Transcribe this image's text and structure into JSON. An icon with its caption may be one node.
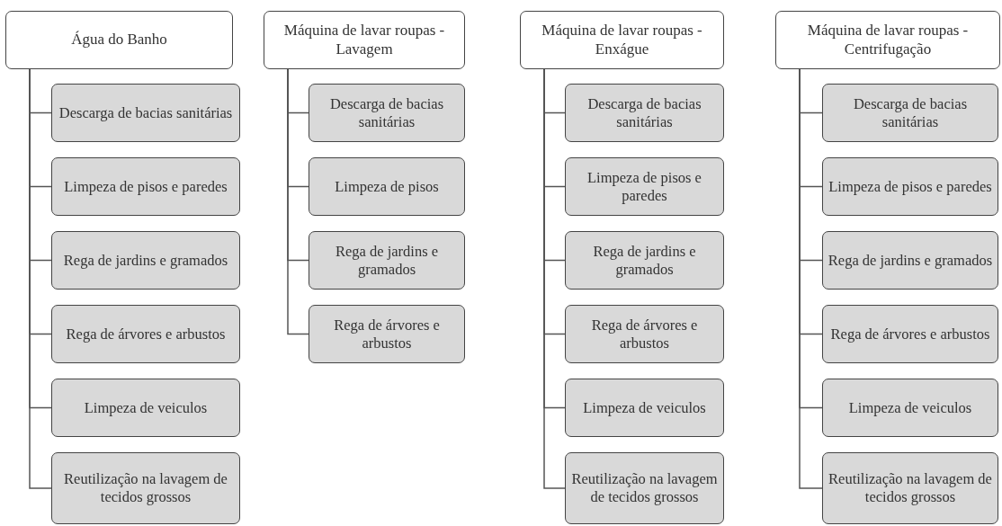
{
  "diagram": {
    "nodes": [
      {
        "text": [
          "Água do Banho"
        ]
      },
      {
        "text": [
          "Descarga de bacias sanitárias"
        ]
      },
      {
        "text": [
          "Limpeza de pisos e paredes"
        ]
      },
      {
        "text": [
          "Rega de jardins e gramados"
        ]
      },
      {
        "text": [
          "Rega de árvores e arbustos"
        ]
      },
      {
        "text": [
          "Limpeza de veiculos"
        ]
      },
      {
        "text": [
          "Reutilização na lavagem de tecidos grossos"
        ]
      },
      {
        "text": [
          "Máquina de lavar roupas - Lavagem"
        ]
      },
      {
        "text": [
          "Descarga de bacias sanitárias"
        ]
      },
      {
        "text": [
          "Limpeza de pisos"
        ]
      },
      {
        "text": [
          "Rega de jardins e gramados"
        ]
      },
      {
        "text": [
          "Rega de árvores e arbustos"
        ]
      },
      {
        "text": [
          "Máquina de lavar roupas - Enxágue"
        ]
      },
      {
        "text": [
          "Descarga de bacias sanitárias"
        ]
      },
      {
        "text": [
          "Limpeza de pisos e paredes"
        ]
      },
      {
        "text": [
          "Rega de jardins e gramados"
        ]
      },
      {
        "text": [
          "Rega de árvores e arbustos"
        ]
      },
      {
        "text": [
          "Limpeza de veiculos"
        ]
      },
      {
        "text": [
          "Reutilização na lavagem de tecidos grossos"
        ]
      },
      {
        "text": [
          "Máquina de lavar roupas - Centrifugação"
        ]
      },
      {
        "text": [
          "Descarga de bacias sanitárias"
        ]
      },
      {
        "text": [
          "Limpeza de pisos e paredes"
        ]
      },
      {
        "text": [
          "Rega de jardins e gramados"
        ]
      },
      {
        "text": [
          "Rega de árvores e arbustos"
        ]
      },
      {
        "text": [
          "Limpeza de veiculos"
        ]
      },
      {
        "text": [
          "Reutilização na lavagem de tecidos grossos"
        ]
      }
    ],
    "edges": [
      {
        "from": 0,
        "to": 1,
        "arrow": "none"
      },
      {
        "from": 0,
        "to": 2,
        "arrow": "none"
      },
      {
        "from": 0,
        "to": 3,
        "arrow": "none"
      },
      {
        "from": 0,
        "to": 4,
        "arrow": "none"
      },
      {
        "from": 0,
        "to": 5,
        "arrow": "none"
      },
      {
        "from": 0,
        "to": 6,
        "arrow": "none"
      },
      {
        "from": 7,
        "to": 8,
        "arrow": "none"
      },
      {
        "from": 7,
        "to": 9,
        "arrow": "none"
      },
      {
        "from": 7,
        "to": 10,
        "arrow": "none"
      },
      {
        "from": 7,
        "to": 11,
        "arrow": "none"
      },
      {
        "from": 12,
        "to": 13,
        "arrow": "none"
      },
      {
        "from": 12,
        "to": 14,
        "arrow": "none"
      },
      {
        "from": 12,
        "to": 15,
        "arrow": "none"
      },
      {
        "from": 12,
        "to": 16,
        "arrow": "none"
      },
      {
        "from": 12,
        "to": 17,
        "arrow": "none"
      },
      {
        "from": 12,
        "to": 18,
        "arrow": "none"
      },
      {
        "from": 19,
        "to": 20,
        "arrow": "none"
      },
      {
        "from": 19,
        "to": 21,
        "arrow": "none"
      },
      {
        "from": 19,
        "to": 22,
        "arrow": "none"
      },
      {
        "from": 19,
        "to": 23,
        "arrow": "none"
      },
      {
        "from": 19,
        "to": 24,
        "arrow": "none"
      },
      {
        "from": 19,
        "to": 25,
        "arrow": "none"
      }
    ]
  }
}
